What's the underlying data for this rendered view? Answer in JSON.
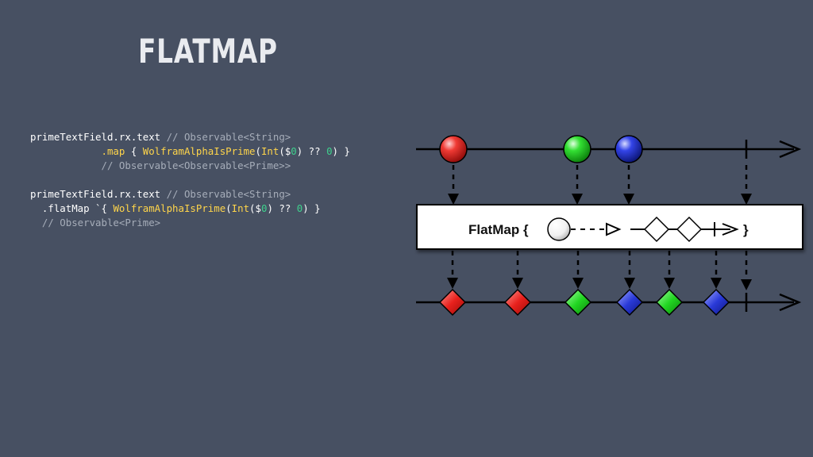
{
  "slide": {
    "title": "FLATMAP"
  },
  "code_block_1": [
    [
      {
        "t": "primeTextField.rx.text ",
        "c": ""
      },
      {
        "t": "// Observable<String>",
        "c": "c"
      }
    ],
    [
      {
        "t": "            .map",
        "c": "y"
      },
      {
        "t": " { ",
        "c": ""
      },
      {
        "t": "WolframAlphaIsPrime",
        "c": "y"
      },
      {
        "t": "(",
        "c": ""
      },
      {
        "t": "Int",
        "c": "y"
      },
      {
        "t": "($",
        "c": ""
      },
      {
        "t": "0",
        "c": "g"
      },
      {
        "t": ") ?? ",
        "c": ""
      },
      {
        "t": "0",
        "c": "g"
      },
      {
        "t": ") }",
        "c": ""
      }
    ],
    [
      {
        "t": "            // Observable<Observable<Prime>>",
        "c": "c"
      }
    ]
  ],
  "code_block_2": [
    [
      {
        "t": "primeTextField.rx.text ",
        "c": ""
      },
      {
        "t": "// Observable<String>",
        "c": "c"
      }
    ],
    [
      {
        "t": "  .flatMap `{ ",
        "c": ""
      },
      {
        "t": "WolframAlphaIsPrime",
        "c": "y"
      },
      {
        "t": "(",
        "c": ""
      },
      {
        "t": "Int",
        "c": "y"
      },
      {
        "t": "($",
        "c": ""
      },
      {
        "t": "0",
        "c": "g"
      },
      {
        "t": ") ?? ",
        "c": ""
      },
      {
        "t": "0",
        "c": "g"
      },
      {
        "t": ") }",
        "c": ""
      }
    ],
    [
      {
        "t": "  // Observable<Prime>",
        "c": "c"
      }
    ]
  ],
  "diagram": {
    "operator_open": "FlatMap {",
    "operator_close": "}",
    "input_marbles": [
      {
        "color": "red"
      },
      {
        "color": "green"
      },
      {
        "color": "blue"
      }
    ],
    "output_marbles": [
      {
        "color": "red"
      },
      {
        "color": "red"
      },
      {
        "color": "green"
      },
      {
        "color": "blue"
      },
      {
        "color": "green"
      },
      {
        "color": "blue"
      }
    ],
    "colors": {
      "red": "#e8211d",
      "green": "#22d622",
      "blue": "#2a3ad8"
    }
  }
}
